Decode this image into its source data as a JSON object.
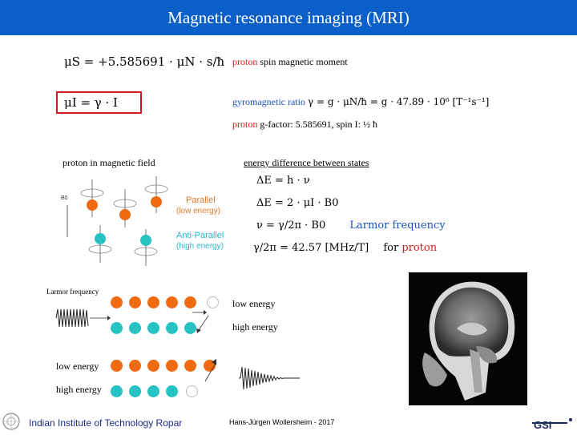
{
  "slide": {
    "title": "Magnetic resonance imaging (MRI)",
    "eq_mu_s": "μS = +5.585691 · μN · s/ħ",
    "proton_word": "proton",
    "spin_moment_rest": " spin magnetic moment",
    "eq_mu_i": "μI = γ · I",
    "gyro_label": "gyromagnetic  ratio",
    "gyro_eq": "γ = g · μN/ħ = g · 47.89 · 10⁶  [T⁻¹s⁻¹]",
    "gfactor_proton": "proton",
    "gfactor_rest": " g-factor:  5.585691,  spin I: ½ ħ",
    "proton_in_field": "proton in magnetic field",
    "energy_diff": "energy difference between states",
    "eq_delta_e1": "ΔE = h · ν",
    "eq_delta_e2": "ΔE = 2 · μI · B0",
    "eq_nu": "ν = γ/2π · B0",
    "larmor_word": "Larmor frequency",
    "eq_ratio": "γ/2π = 42.57  [MHz/T]",
    "for_word": "for ",
    "proton_word2": "proton",
    "b0_label": "B0",
    "parallel": "Parallel",
    "parallel_sub": "(low energy)",
    "antiparallel": "Anti-Parallel",
    "antiparallel_sub": "(high energy)",
    "larmor_small": "Larmor frequency",
    "low_energy_1": "low energy",
    "high_energy_1": "high energy",
    "low_energy_2": "low energy",
    "high_energy_2": "high energy"
  },
  "footer": {
    "institute": "Indian Institute of Technology Ropar",
    "author": "Hans-Jürgen Wollersheim - 2017",
    "logo": "GSI"
  },
  "colors": {
    "header": "#0b5fc9",
    "red": "#d11a1a",
    "blue": "#1a4fc0",
    "orange": "#f06a12",
    "teal": "#27c3c3"
  }
}
